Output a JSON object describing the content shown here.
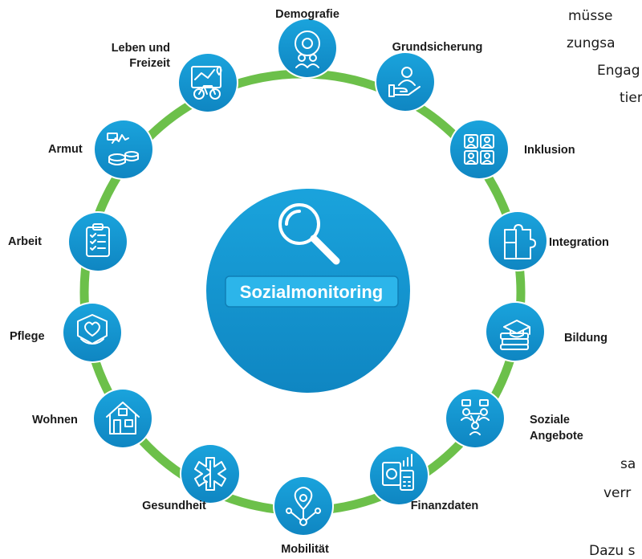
{
  "colors": {
    "ring": "#6cc04a",
    "circle": "#1597d3",
    "circle_dark": "#0f7fb6",
    "label": "#1a1a1a",
    "text": "#1a1a1a"
  },
  "center": {
    "label": "Sozialmonitoring",
    "icon": "magnifier-icon"
  },
  "nodes": [
    {
      "id": "demografie",
      "label": [
        "Demografie"
      ],
      "icon": "people-chart-icon"
    },
    {
      "id": "grundsicherung",
      "label": [
        "Grundsicherung"
      ],
      "icon": "hand-person-icon"
    },
    {
      "id": "inklusion",
      "label": [
        "Inklusion"
      ],
      "icon": "people-grid-icon"
    },
    {
      "id": "integration",
      "label": [
        "Integration"
      ],
      "icon": "puzzle-icon"
    },
    {
      "id": "bildung",
      "label": [
        "Bildung"
      ],
      "icon": "books-graduation-icon"
    },
    {
      "id": "soziale-angebote",
      "label": [
        "Soziale",
        "Angebote"
      ],
      "icon": "network-people-icon"
    },
    {
      "id": "finanzdaten",
      "label": [
        "Finanzdaten"
      ],
      "icon": "calculator-chart-icon"
    },
    {
      "id": "mobilitaet",
      "label": [
        "Mobilität"
      ],
      "icon": "location-network-icon"
    },
    {
      "id": "gesundheit",
      "label": [
        "Gesundheit"
      ],
      "icon": "medical-star-icon"
    },
    {
      "id": "wohnen",
      "label": [
        "Wohnen"
      ],
      "icon": "house-icon"
    },
    {
      "id": "pflege",
      "label": [
        "Pflege"
      ],
      "icon": "heart-hands-icon"
    },
    {
      "id": "arbeit",
      "label": [
        "Arbeit"
      ],
      "icon": "clipboard-icon"
    },
    {
      "id": "armut",
      "label": [
        "Armut"
      ],
      "icon": "coins-icon"
    },
    {
      "id": "leben-und-freizeit",
      "label": [
        "Leben und",
        "Freizeit"
      ],
      "icon": "bicycle-map-icon"
    }
  ],
  "side_text": [
    "müsse",
    "zungsa",
    "Engag",
    "tier",
    "sa",
    "verr",
    "Dazu s"
  ]
}
